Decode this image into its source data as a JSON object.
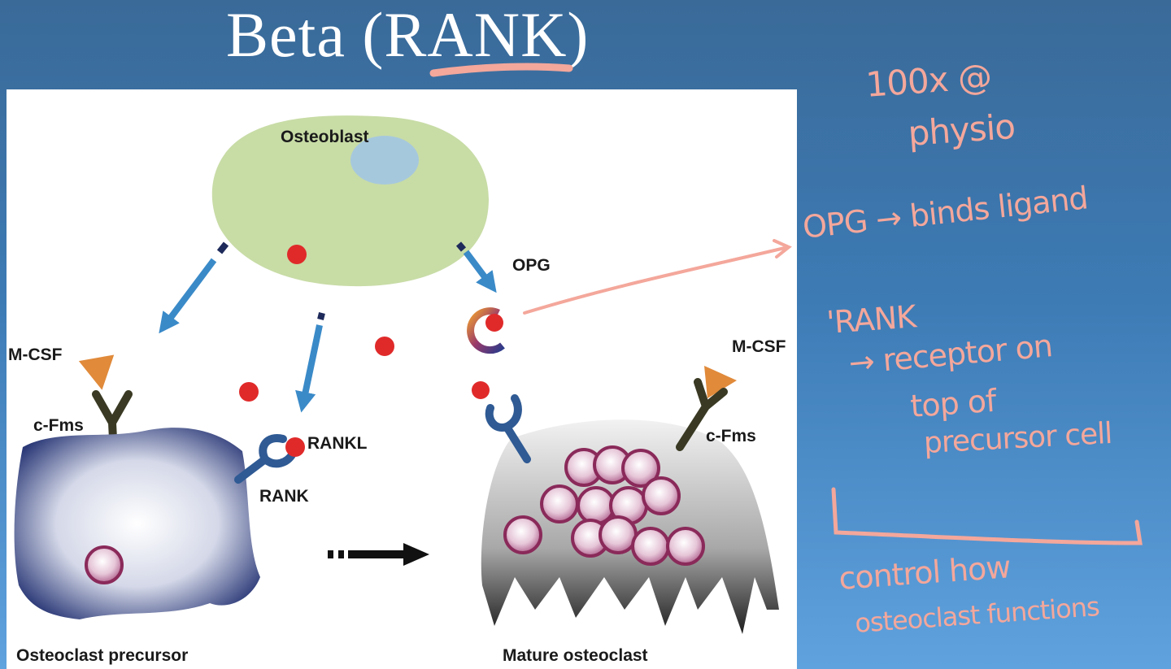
{
  "slide": {
    "title": "Beta (RANK)"
  },
  "diagram": {
    "labels": {
      "osteoblast": "Osteoblast",
      "opg": "OPG",
      "mcsf_left": "M-CSF",
      "cfms_left": "c-Fms",
      "rankl": "RANKL",
      "rank": "RANK",
      "mcsf_right": "M-CSF",
      "cfms_right": "c-Fms",
      "precursor_caption": "Osteoclast precursor",
      "mature_caption": "Mature osteoclast"
    }
  },
  "annotations": {
    "note1_line1": "100x @",
    "note1_line2": "physio",
    "note2": "OPG → binds ligand",
    "note3_line1": "'RANK",
    "note3_line2": "→ receptor on",
    "note3_line3": "top of",
    "note3_line4": "precursor cell",
    "note4_line1": "control how",
    "note4_line2": "osteoclast functions",
    "ink_color": "#f4a79b"
  }
}
